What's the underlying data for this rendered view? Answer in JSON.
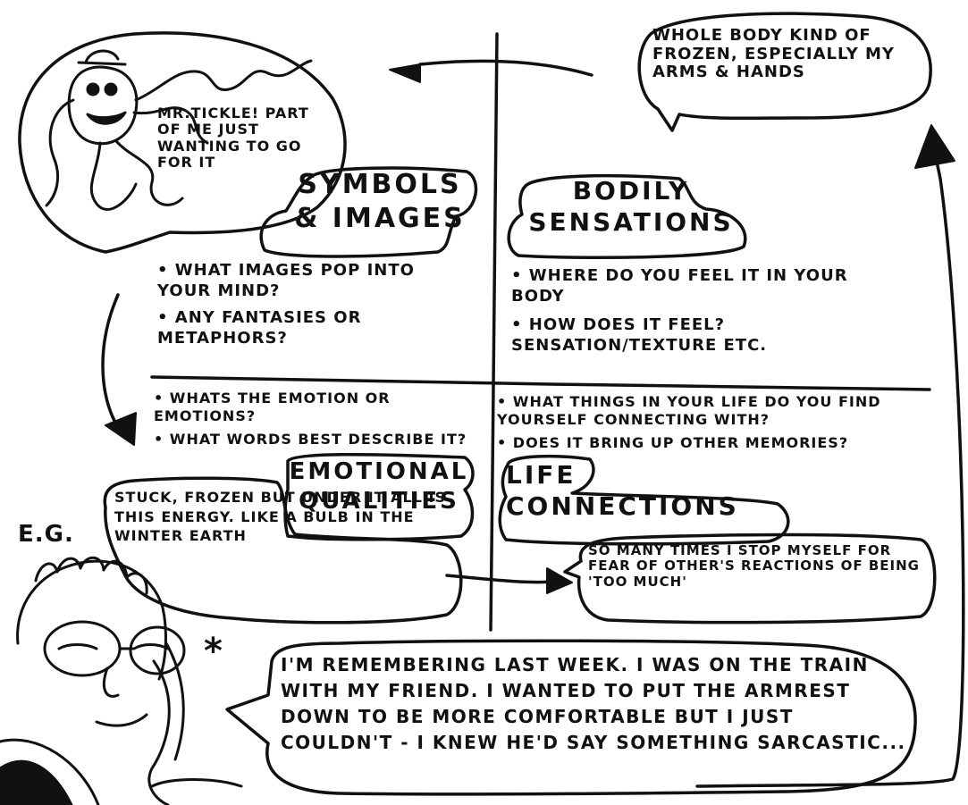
{
  "quadrants": {
    "symbols": {
      "label_line1": "SYMBOLS",
      "label_line2": "& IMAGES",
      "questions": [
        "• WHAT IMAGES POP INTO YOUR MIND?",
        "• ANY FANTASIES OR METAPHORS?"
      ],
      "example": "MR.TICKLE! PART OF ME JUST WANTING TO GO FOR IT"
    },
    "bodily": {
      "label_line1": "BODILY",
      "label_line2": "SENSATIONS",
      "questions": [
        "• WHERE DO YOU FEEL IT IN YOUR BODY",
        "• HOW DOES IT FEEL? SENSATION/TEXTURE ETC."
      ],
      "example": "WHOLE BODY KIND OF FROZEN, ESPECIALLY MY ARMS & HANDS"
    },
    "emotional": {
      "label_line1": "EMOTIONAL",
      "label_line2": "QUALITIES",
      "questions": [
        "• WHATS THE EMOTION OR EMOTIONS?",
        "• WHAT WORDS BEST DESCRIBE IT?"
      ],
      "example": "STUCK, FROZEN BUT UNDER IT ALL IS THIS ENERGY. LIKE A BULB IN THE WINTER EARTH"
    },
    "life": {
      "label_line1": "LIFE",
      "label_line2": "CONNECTIONS",
      "questions": [
        "• WHAT THINGS IN YOUR LIFE DO YOU FIND YOURSELF CONNECTING WITH?",
        "• DOES IT BRING UP OTHER MEMORIES?"
      ],
      "example": "SO MANY TIMES I STOP MYSELF FOR FEAR OF OTHER'S REACTIONS OF BEING 'TOO MUCH'"
    }
  },
  "eg_label": "E.G.",
  "asterisk": "*",
  "memory": "I'M REMEMBERING LAST WEEK. I WAS ON THE TRAIN WITH MY FRIEND. I WANTED TO PUT THE ARMREST DOWN TO BE MORE COMFORTABLE BUT I JUST COULDN'T - I KNEW HE'D SAY SOMETHING SARCASTIC..."
}
